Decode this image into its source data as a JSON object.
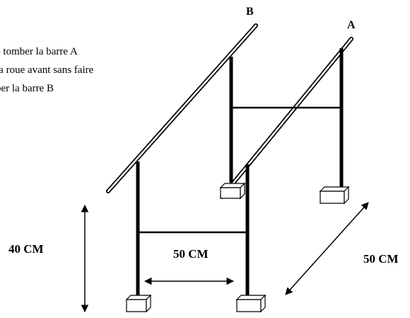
{
  "notes": {
    "line1": "e tomber la barre A",
    "line2": "la roue avant sans faire",
    "line3": "ber la barre B"
  },
  "labels": {
    "bar_b": "B",
    "bar_a": "A"
  },
  "dimensions": {
    "height": "40 CM",
    "front_width": "50 CM",
    "depth": "50 CM"
  }
}
